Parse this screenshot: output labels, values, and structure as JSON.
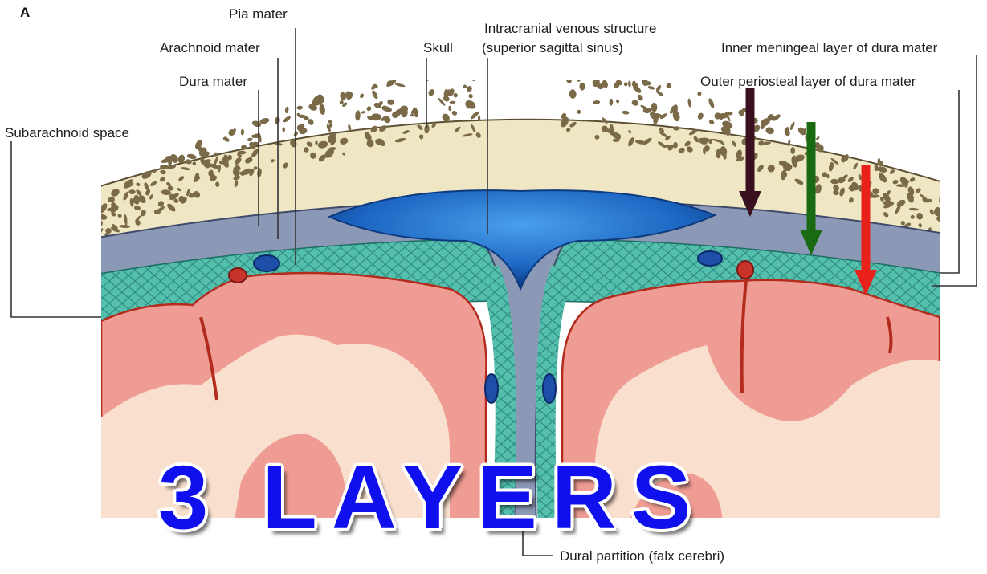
{
  "panel_letter": "A",
  "labels": {
    "pia": "Pia mater",
    "arachnoid": "Arachnoid mater",
    "dura": "Dura mater",
    "subarachnoid": "Subarachnoid space",
    "skull": "Skull",
    "venous_line1": "Intracranial venous structure",
    "venous_line2": "(superior sagittal sinus)",
    "inner_dura": "Inner meningeal layer of dura mater",
    "outer_dura": "Outer periosteal layer of dura mater",
    "falx": "Dural partition (falx cerebri)"
  },
  "overlay_text": "3 LAYERS",
  "colors": {
    "bone": "#efe6c4",
    "bone_pores": "#7a6a48",
    "dura": "#8a97b4",
    "arachnoid": "#4fb8a8",
    "cortex": "#ef9d94",
    "white_matter": "#f9e0ce",
    "sinus": "#1f6ec9",
    "arrow_dark": "#3a1020",
    "arrow_green": "#1a6a12",
    "arrow_red": "#e8221a",
    "overlay": "#1010ee"
  }
}
